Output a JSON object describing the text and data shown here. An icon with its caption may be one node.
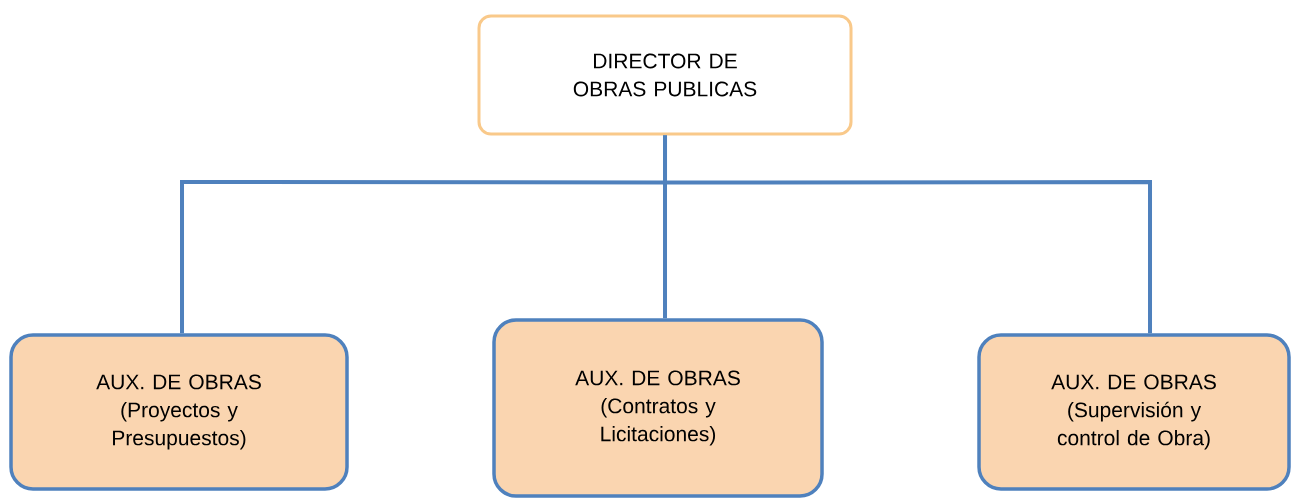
{
  "diagram": {
    "nodes": [
      {
        "text": [
          "DIRECTOR DE OBRAS PUBLICAS"
        ]
      },
      {
        "text": [
          "AUX. DE OBRAS",
          "(Proyectos y Presupuestos)"
        ]
      },
      {
        "text": [
          "AUX. DE OBRAS",
          "(Contratos y Licitaciones)"
        ]
      },
      {
        "text": [
          "AUX. DE OBRAS",
          "(Supervisión y control de Obra)"
        ]
      }
    ],
    "edges": [
      {
        "from": 0,
        "to": 1,
        "arrow": "none"
      },
      {
        "from": 0,
        "to": 2,
        "arrow": "none"
      },
      {
        "from": 0,
        "to": 3,
        "arrow": "none"
      }
    ]
  }
}
